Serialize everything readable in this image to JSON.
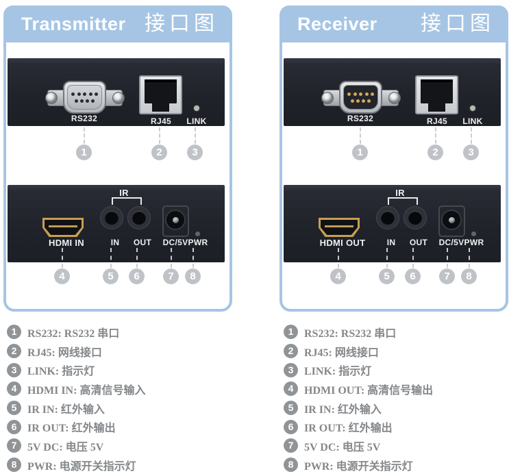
{
  "colors": {
    "accent_blue": "#a6c5e4",
    "panel_dark": "#22242c",
    "callout_gray": "#bfc3c7",
    "legend_circle_gray": "#909497",
    "legend_text_gray": "#84878a",
    "hdmi_gold": "#c79f52"
  },
  "devices": [
    {
      "title_en": "Transmitter",
      "title_zh": "接口图",
      "rs232_gender": "female",
      "ports": {
        "rs232": "RS232",
        "rj45": "RJ45",
        "link": "LINK",
        "hdmi": "HDMI IN",
        "ir_group": "IR",
        "ir_in": "IN",
        "ir_out": "OUT",
        "dc": "DC/5V",
        "pwr": "PWR"
      },
      "callouts": [
        "1",
        "2",
        "3",
        "4",
        "5",
        "6",
        "7",
        "8"
      ],
      "legend": [
        {
          "num": "1",
          "text": "RS232: RS232 串口"
        },
        {
          "num": "2",
          "text": "RJ45: 网线接口"
        },
        {
          "num": "3",
          "text": "LINK: 指示灯"
        },
        {
          "num": "4",
          "text": "HDMI IN: 高清信号输入"
        },
        {
          "num": "5",
          "text": "IR IN: 红外输入"
        },
        {
          "num": "6",
          "text": "IR OUT: 红外输出"
        },
        {
          "num": "7",
          "text": "5V DC: 电压 5V"
        },
        {
          "num": "8",
          "text": "PWR: 电源开关指示灯"
        }
      ]
    },
    {
      "title_en": "Receiver",
      "title_zh": "接口图",
      "rs232_gender": "male",
      "ports": {
        "rs232": "RS232",
        "rj45": "RJ45",
        "link": "LINK",
        "hdmi": "HDMI OUT",
        "ir_group": "IR",
        "ir_in": "IN",
        "ir_out": "OUT",
        "dc": "DC/5V",
        "pwr": "PWR"
      },
      "callouts": [
        "1",
        "2",
        "3",
        "4",
        "5",
        "6",
        "7",
        "8"
      ],
      "legend": [
        {
          "num": "1",
          "text": "RS232: RS232 串口"
        },
        {
          "num": "2",
          "text": "RJ45: 网线接口"
        },
        {
          "num": "3",
          "text": "LINK: 指示灯"
        },
        {
          "num": "4",
          "text": "HDMI OUT: 高清信号输出"
        },
        {
          "num": "5",
          "text": "IR IN: 红外输入"
        },
        {
          "num": "6",
          "text": "IR OUT: 红外输出"
        },
        {
          "num": "7",
          "text": "5V DC: 电压 5V"
        },
        {
          "num": "8",
          "text": "PWR: 电源开关指示灯"
        }
      ]
    }
  ]
}
